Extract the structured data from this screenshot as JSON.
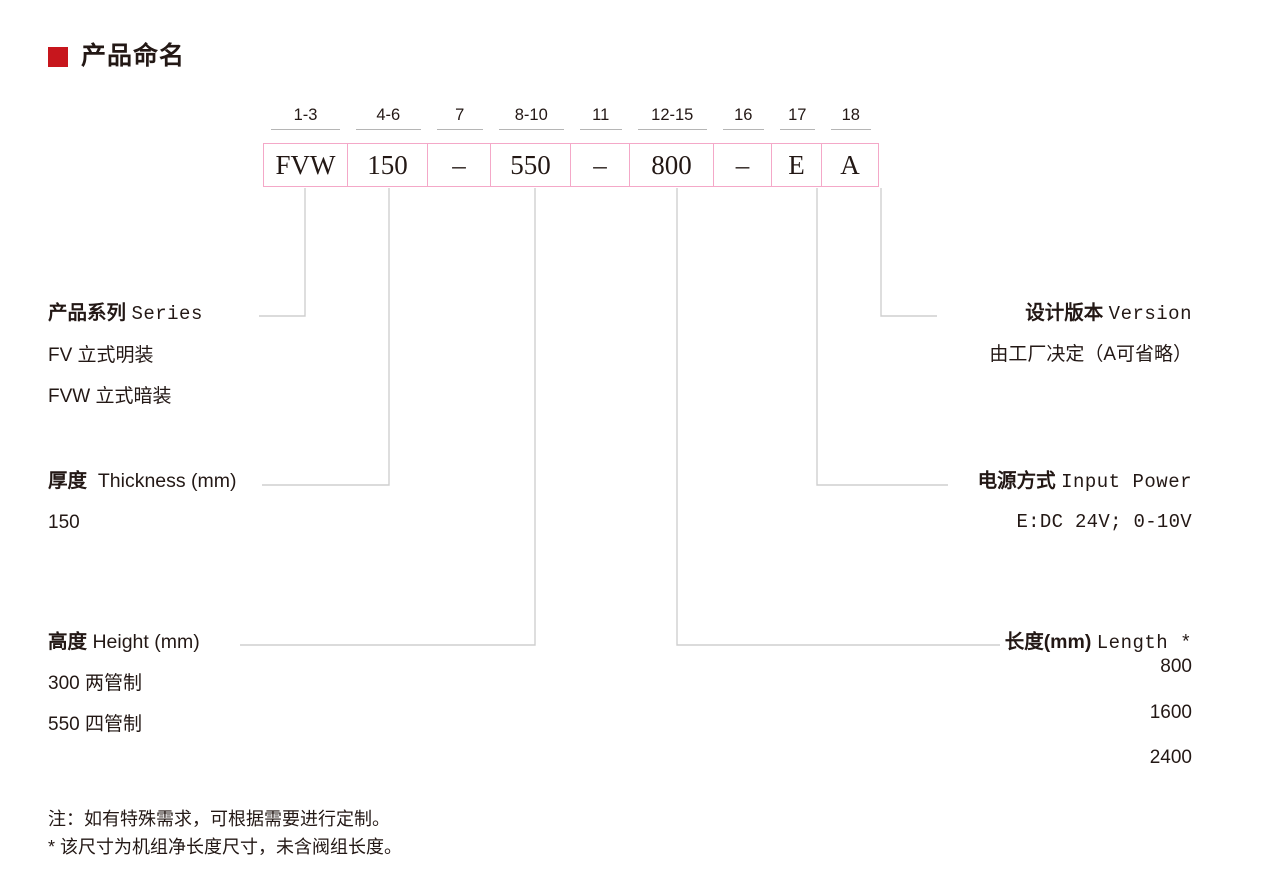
{
  "heading": {
    "marker_color": "#c7161d",
    "text": "产品命名"
  },
  "code_table": {
    "border_color": "#f4a8c8",
    "columns": [
      {
        "range": "1-3",
        "value": "FVW"
      },
      {
        "range": "4-6",
        "value": "150"
      },
      {
        "range": "7",
        "value": "–"
      },
      {
        "range": "8-10",
        "value": "550"
      },
      {
        "range": "11",
        "value": "–"
      },
      {
        "range": "12-15",
        "value": "800"
      },
      {
        "range": "16",
        "value": "–"
      },
      {
        "range": "17",
        "value": "E"
      },
      {
        "range": "18",
        "value": "A"
      }
    ]
  },
  "annotations": {
    "series": {
      "cn": "产品系列",
      "en": "Series",
      "lines": [
        "FV  立式明装",
        "FVW  立式暗装"
      ]
    },
    "thickness": {
      "cn": "厚度",
      "en": "Thickness (mm)",
      "lines": [
        "150"
      ]
    },
    "height": {
      "cn": "高度",
      "en": "Height (mm)",
      "lines": [
        "300  两管制",
        "550  四管制"
      ]
    },
    "version": {
      "cn": "设计版本",
      "en": "Version",
      "lines": [
        "由工厂决定（A可省略）"
      ]
    },
    "power": {
      "cn": "电源方式",
      "en": "Input Power",
      "lines": [
        "E:DC 24V; 0-10V"
      ]
    },
    "length": {
      "cn": "长度(mm)",
      "en": "Length *",
      "lines": [
        "800",
        "1600",
        "2400"
      ]
    }
  },
  "footnotes": [
    "注：如有特殊需求，可根据需要进行定制。",
    "* 该尺寸为机组净长度尺寸，未含阀组长度。"
  ]
}
